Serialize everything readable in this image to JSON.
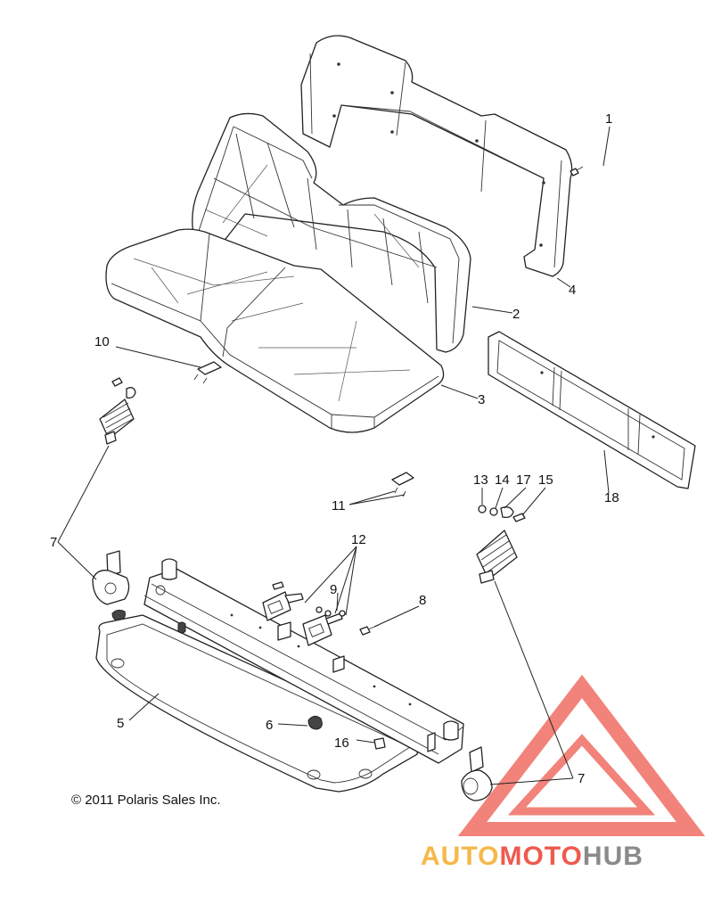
{
  "copyright": "© 2011 Polaris Sales Inc.",
  "watermark": {
    "text_part1": "AUTO",
    "text_part2": "MOTO",
    "text_part3": "HUB",
    "color_part1": "#F5B84A",
    "color_part2": "#EE5A4E",
    "color_part3": "#8A8A8A",
    "triangle_color": "#EE5A4E"
  },
  "callouts": {
    "c1": "1",
    "c2": "2",
    "c3": "3",
    "c4": "4",
    "c5": "5",
    "c6": "6",
    "c7a": "7",
    "c7b": "7",
    "c8": "8",
    "c9": "9",
    "c10": "10",
    "c11": "11",
    "c12": "12",
    "c13": "13",
    "c14": "14",
    "c15": "15",
    "c16": "16",
    "c17": "17",
    "c18": "18"
  }
}
